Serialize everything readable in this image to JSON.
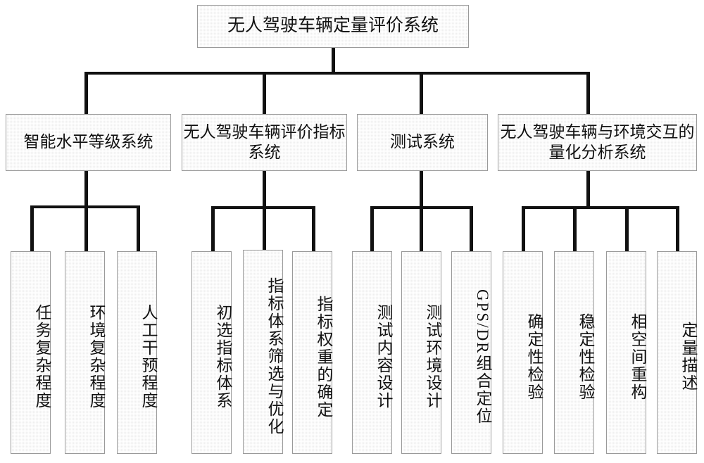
{
  "diagram": {
    "title_node": {
      "label": "无人驾驶车辆定量评价系统"
    },
    "level2": [
      {
        "label": "智能水平等级系统"
      },
      {
        "label": "无人驾驶车辆评价指标系统"
      },
      {
        "label": "测试系统"
      },
      {
        "label": "无人驾驶车辆与环境交互的量化分析系统"
      }
    ],
    "leaves": {
      "group1": [
        {
          "label": "任务复杂程度"
        },
        {
          "label": "环境复杂程度"
        },
        {
          "label": "人工干预程度"
        }
      ],
      "group2": [
        {
          "label": "初选指标体系"
        },
        {
          "label": "指标体系筛选与优化"
        },
        {
          "label": "指标权重的确定"
        }
      ],
      "group3": [
        {
          "label": "测试内容设计"
        },
        {
          "label": "测试环境设计"
        },
        {
          "label": "GPS/DR组合定位"
        }
      ],
      "group4": [
        {
          "label": "确定性检验"
        },
        {
          "label": "稳定性检验"
        },
        {
          "label": "相空间重构"
        },
        {
          "label": "定量描述"
        }
      ]
    },
    "colors": {
      "box_fill": "#efefef",
      "box_border": "#9a9a9a",
      "connector": "#111111",
      "text": "#111111",
      "background": "#ffffff"
    }
  }
}
